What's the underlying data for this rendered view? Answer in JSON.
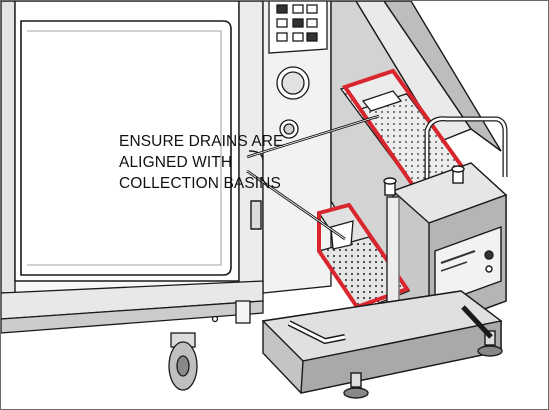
{
  "callout": {
    "lines": [
      "ENSURE DRAINS ARE",
      "ALIGNED WITH",
      "COLLECTION BASINS"
    ]
  },
  "colors": {
    "outline": "#1a1a1a",
    "metal_light": "#eeeeee",
    "metal_mid": "#cfcfcf",
    "metal_dark": "#9a9a9a",
    "red_highlight": "#d9262e",
    "perforation": "#444444"
  }
}
